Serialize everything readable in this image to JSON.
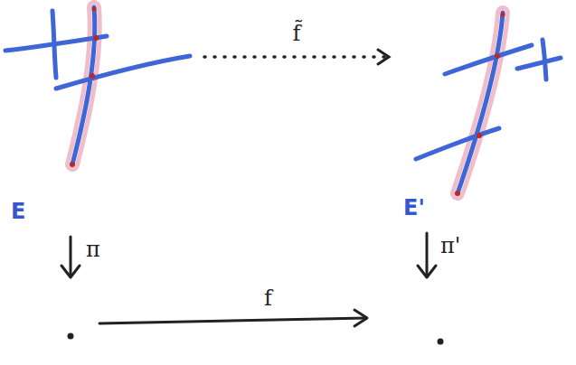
{
  "diagram": {
    "nodes": [
      {
        "text": [
          "E"
        ]
      },
      {
        "text": [
          "E'"
        ]
      }
    ],
    "edges": [
      {
        "from": 0,
        "to": 1,
        "arrow": "to",
        "label": "f̃"
      }
    ],
    "labels": [
      "π",
      "π'",
      "f"
    ]
  }
}
